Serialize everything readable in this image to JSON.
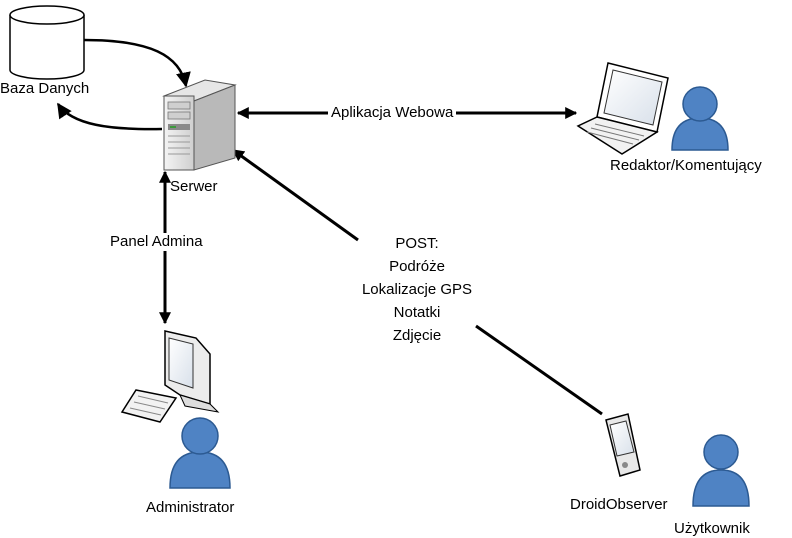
{
  "nodes": {
    "database": {
      "label": "Baza Danych",
      "icon": "database-icon"
    },
    "server": {
      "label": "Serwer",
      "icon": "server-tower-icon"
    },
    "editor": {
      "label": "Redaktor/Komentujący",
      "icons": [
        "laptop-icon",
        "user-icon"
      ]
    },
    "administrator": {
      "label": "Administrator",
      "icons": [
        "desktop-computer-icon",
        "user-icon"
      ]
    },
    "droid_observer": {
      "label": "DroidObserver",
      "icon": "phone-icon"
    },
    "user": {
      "label": "Użytkownik",
      "icon": "user-icon"
    }
  },
  "edges": {
    "web_app": {
      "label": "Aplikacja Webowa",
      "direction": "both"
    },
    "admin_panel": {
      "label": "Panel Admina",
      "direction": "both"
    },
    "post": {
      "title": "POST:",
      "items": [
        "Podróże",
        "Lokalizacje GPS",
        "Notatki",
        "Zdjęcie"
      ],
      "direction": "to-server"
    },
    "db_link": {
      "direction": "both"
    }
  },
  "colors": {
    "user_fill": "#4f83c4",
    "user_stroke": "#2c5a92",
    "line": "#000000"
  }
}
